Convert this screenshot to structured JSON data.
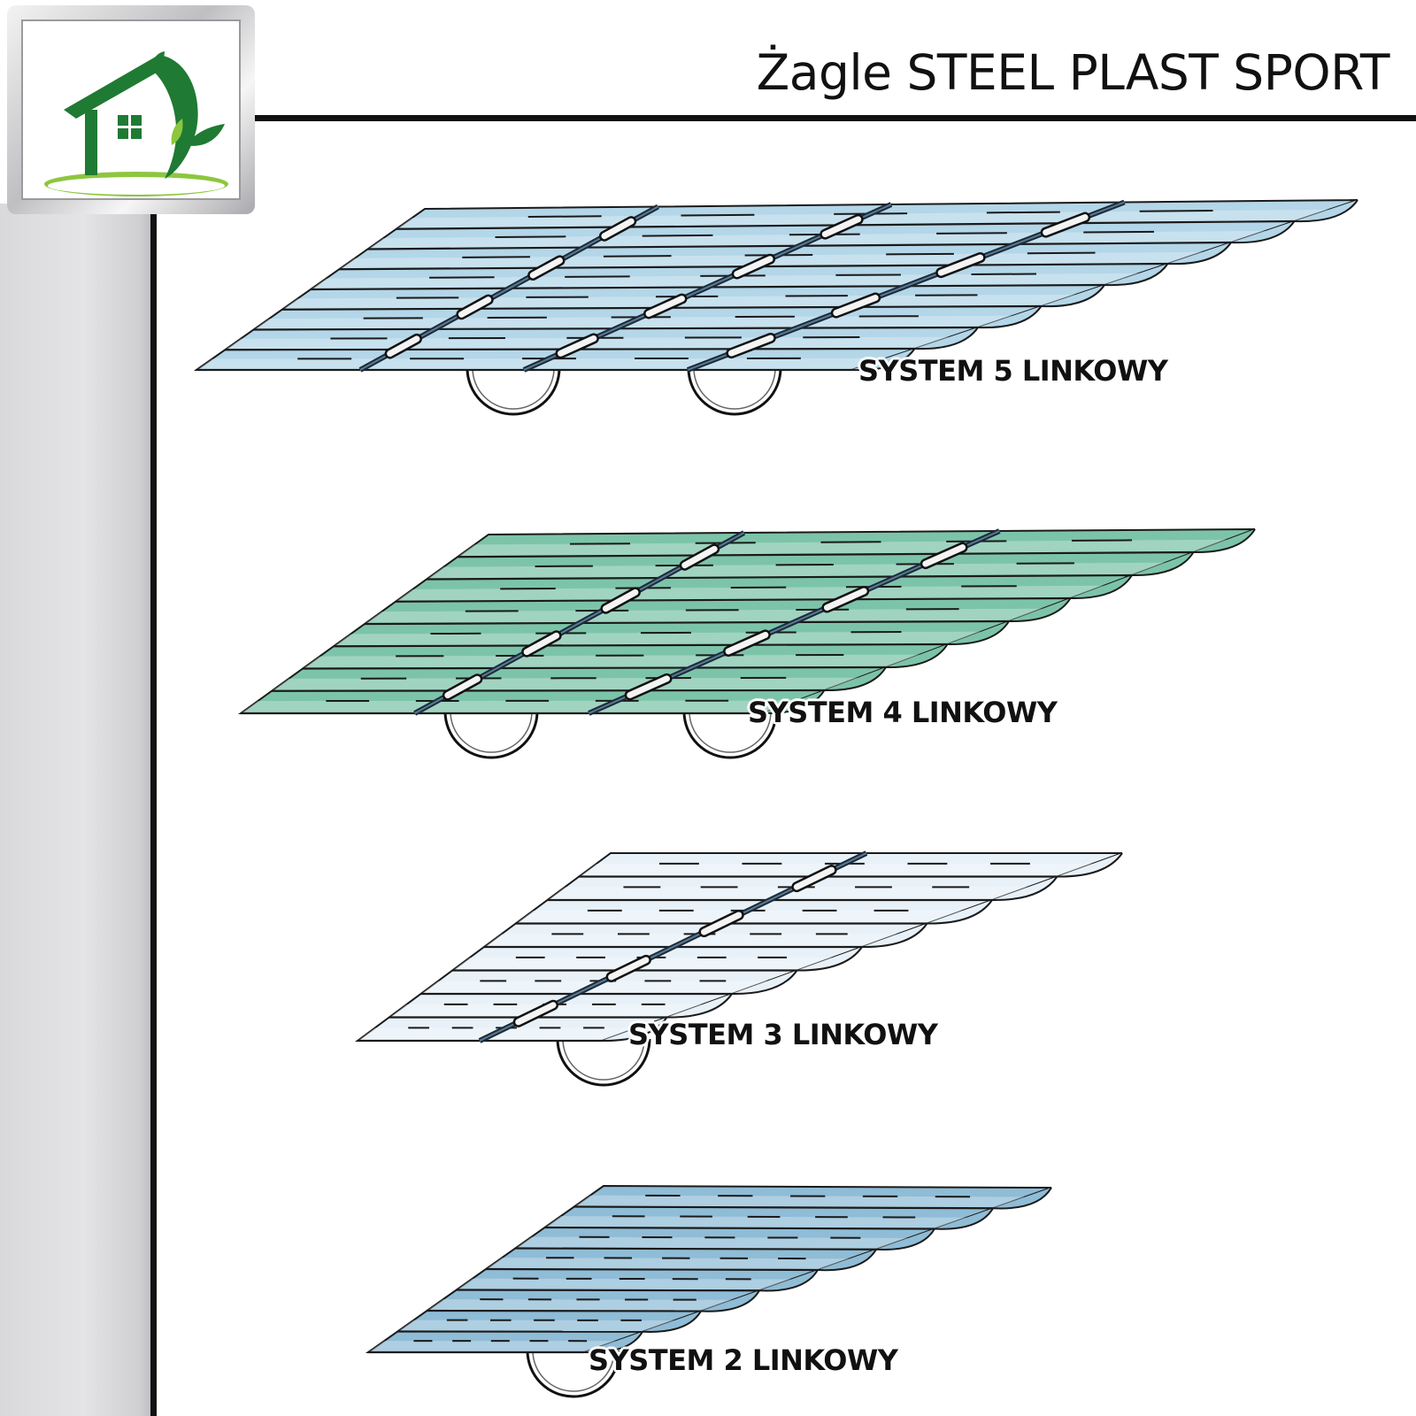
{
  "header": {
    "title": "Żagle STEEL PLAST SPORT",
    "logo_icon": "house-leaf-logo"
  },
  "systems": [
    {
      "label": "SYSTEM 5 LINKOWY",
      "color": "#b3d6e8",
      "cables": 5
    },
    {
      "label": "SYSTEM 4 LINKOWY",
      "color": "#7cc4a9",
      "cables": 4
    },
    {
      "label": "SYSTEM 3 LINKOWY",
      "color": "#e8f1f8",
      "cables": 3
    },
    {
      "label": "SYSTEM 2 LINKOWY",
      "color": "#8fbcd6",
      "cables": 2
    }
  ],
  "colors": {
    "logo_green": "#1f7a33",
    "logo_light_green": "#8dc63f"
  }
}
